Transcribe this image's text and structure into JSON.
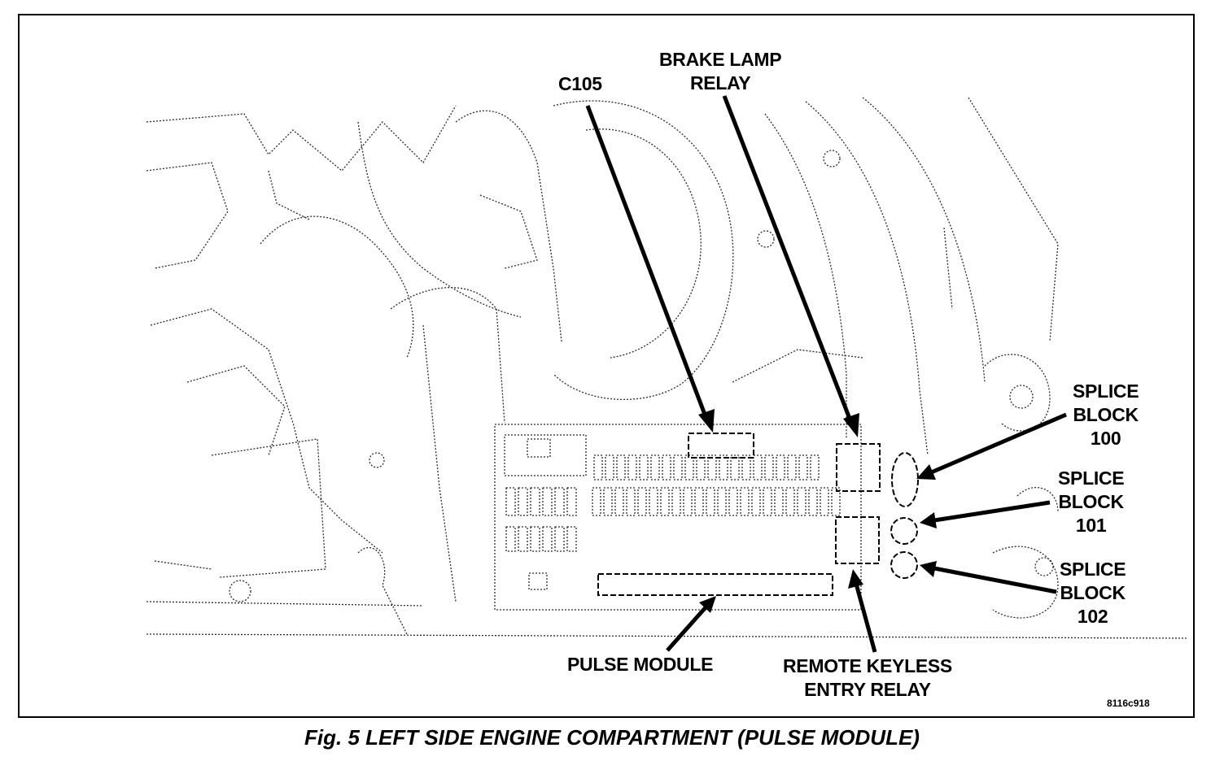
{
  "labels": {
    "c105": "C105",
    "brake_lamp_relay": "BRAKE LAMP\nRELAY",
    "splice_block_100": "SPLICE\nBLOCK\n100",
    "splice_block_101": "SPLICE\nBLOCK\n101",
    "splice_block_102": "SPLICE\nBLOCK\n102",
    "pulse_module": "PULSE MODULE",
    "remote_keyless_entry_relay": "REMOTE KEYLESS\nENTRY RELAY"
  },
  "figure_id": "8116c918",
  "caption": "Fig. 5 LEFT SIDE ENGINE COMPARTMENT (PULSE MODULE)"
}
